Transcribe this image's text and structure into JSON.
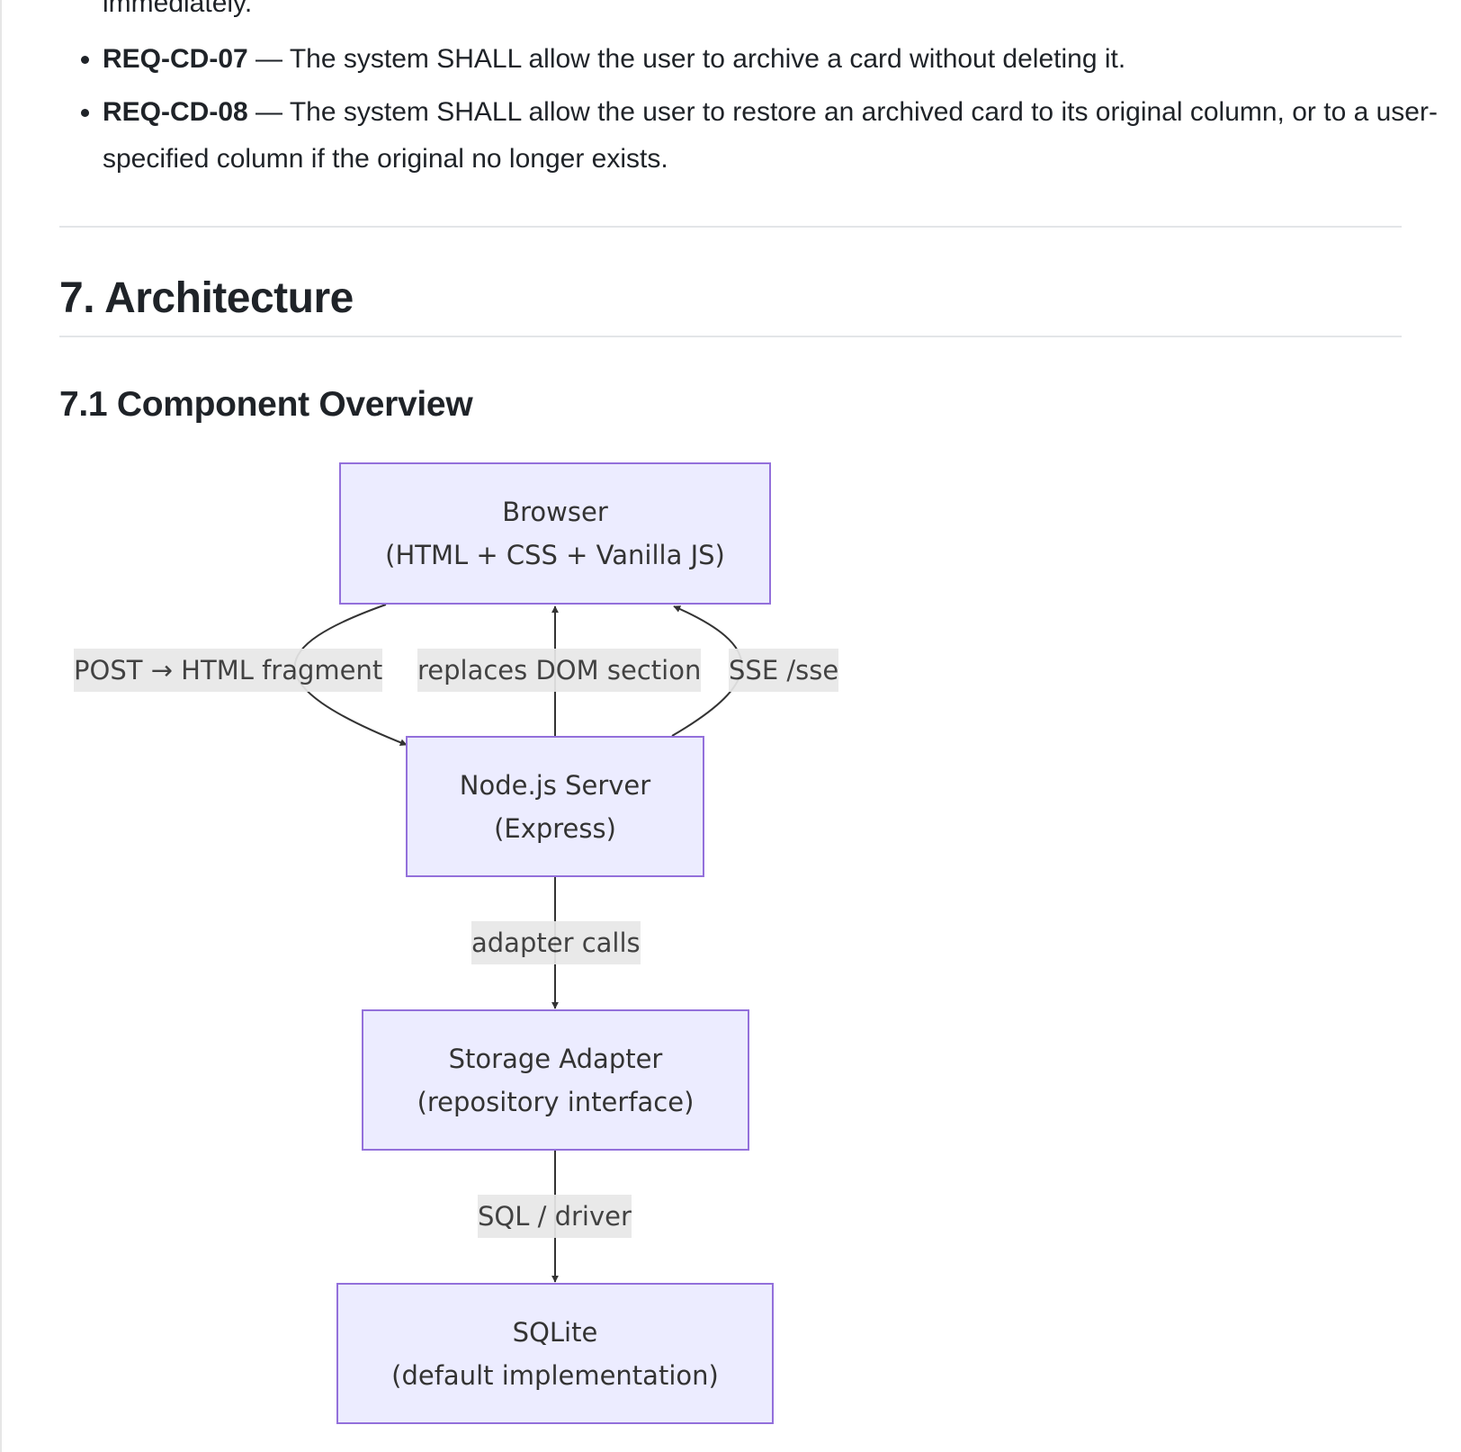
{
  "document": {
    "cut_text": "immediately.",
    "requirements": [
      {
        "id": "REQ-CD-07",
        "text": " — The system SHALL allow the user to archive a card without deleting it."
      },
      {
        "id": "REQ-CD-08",
        "text": " — The system SHALL allow the user to restore an archived card to its original column, or to a user-specified column if the original no longer exists."
      }
    ],
    "section_title": "7. Architecture",
    "subsection_title": "7.1 Component Overview"
  },
  "diagram": {
    "colors": {
      "node_fill": "#ececff",
      "node_border": "#9370db",
      "edge": "#333333",
      "label_bg": "#e8e8e8"
    },
    "nodes": {
      "browser": {
        "line1": "Browser",
        "line2": "(HTML + CSS + Vanilla JS)"
      },
      "server": {
        "line1": "Node.js Server",
        "line2": "(Express)"
      },
      "adapter": {
        "line1": "Storage Adapter",
        "line2": "(repository interface)"
      },
      "sqlite": {
        "line1": "SQLite",
        "line2": "(default implementation)"
      }
    },
    "edges": {
      "post": "POST → HTML fragment",
      "replaces": "replaces DOM section",
      "sse": "SSE /sse",
      "adapter_calls": "adapter calls",
      "sql": "SQL / driver"
    }
  }
}
